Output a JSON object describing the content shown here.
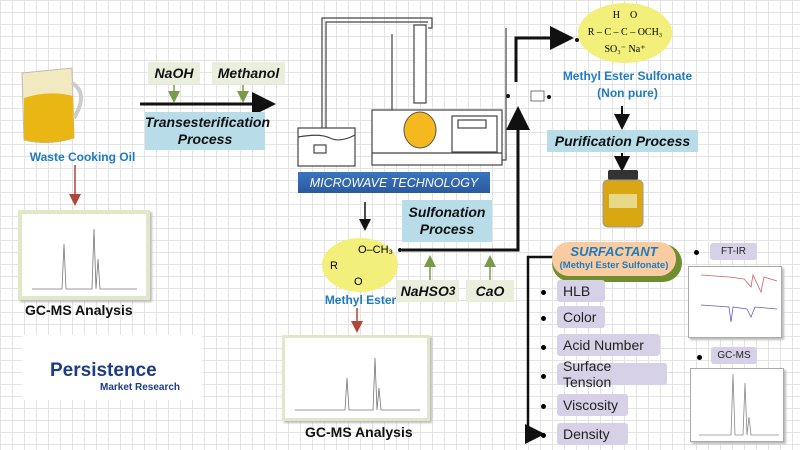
{
  "left": {
    "oil_label": "Waste Cooking Oil",
    "gcms_label": "GC-MS Analysis"
  },
  "reagents": {
    "naoh": "NaOH",
    "methanol": "Methanol",
    "nahso3": "NaHSO",
    "nahso3_sub": "3",
    "cao": "CaO"
  },
  "processes": {
    "trans_1": "Transesterification",
    "trans_2": "Process",
    "microwave": "MICROWAVE TECHNOLOGY",
    "sulf_1": "Sulfonation",
    "sulf_2": "Process",
    "purification": "Purification Process"
  },
  "methyl_ester": {
    "label": "Methyl Ester",
    "formula_r": "R",
    "formula_o": "O",
    "formula_och3": "O–CH₃",
    "bottom_gcms": "GC-MS Analysis"
  },
  "mes": {
    "label_1": "Methyl Ester Sulfonate",
    "label_2": "(Non pure)",
    "formula_top": "H    O",
    "formula_mid": "R – C – C – OCH₃",
    "formula_bot": "SO₃⁻ Na⁺"
  },
  "surfactant": {
    "title": "SURFACTANT",
    "subtitle": "(Methyl Ester Sulfonate)"
  },
  "properties": [
    "HLB",
    "Color",
    "Acid Number",
    "Surface Tension",
    "Viscosity",
    "Density"
  ],
  "analysis": {
    "ftir": "FT-IR",
    "gcms": "GC-MS"
  },
  "logo": {
    "name": "Persistence",
    "sub": "Market Research"
  },
  "colors": {
    "label_blue": "#1f7bc0",
    "microwave_blue": "#2e62a8",
    "process_box": "#b8dde9",
    "reagent_box": "#e9eedd",
    "property_box": "#d7d1e7",
    "ellipse_yellow": "#f2f07a",
    "arrow_red": "#b0453a",
    "arrow_green": "#7a9a4a"
  }
}
